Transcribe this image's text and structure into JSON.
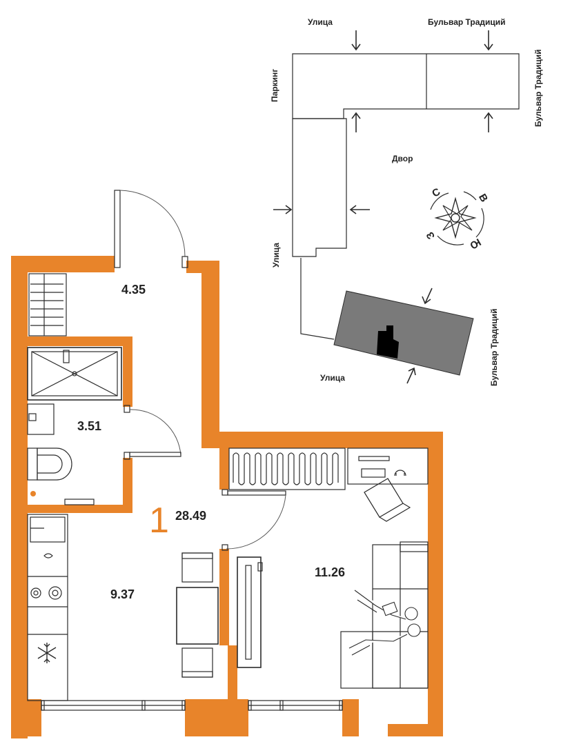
{
  "floorplan": {
    "room_count": "1",
    "total_area": "28.49",
    "rooms": {
      "hall": "4.35",
      "bathroom": "3.51",
      "kitchen": "9.37",
      "living": "11.26"
    }
  },
  "site_map": {
    "labels": {
      "street_top": "Улица",
      "boulevard_top": "Бульвар Традиций",
      "boulevard_right": "Бульвар Традиций",
      "parking": "Паркинг",
      "yard": "Двор",
      "street_left": "Улица",
      "street_bottom": "Улица",
      "boulevard_lower_right": "Бульвар Традиций"
    },
    "compass": {
      "north": "С",
      "east": "В",
      "south": "Ю",
      "west": "З"
    }
  },
  "colors": {
    "wall": "#E8842A",
    "highlight_building": "#7a7a7a",
    "apartment_marker": "#000000"
  }
}
